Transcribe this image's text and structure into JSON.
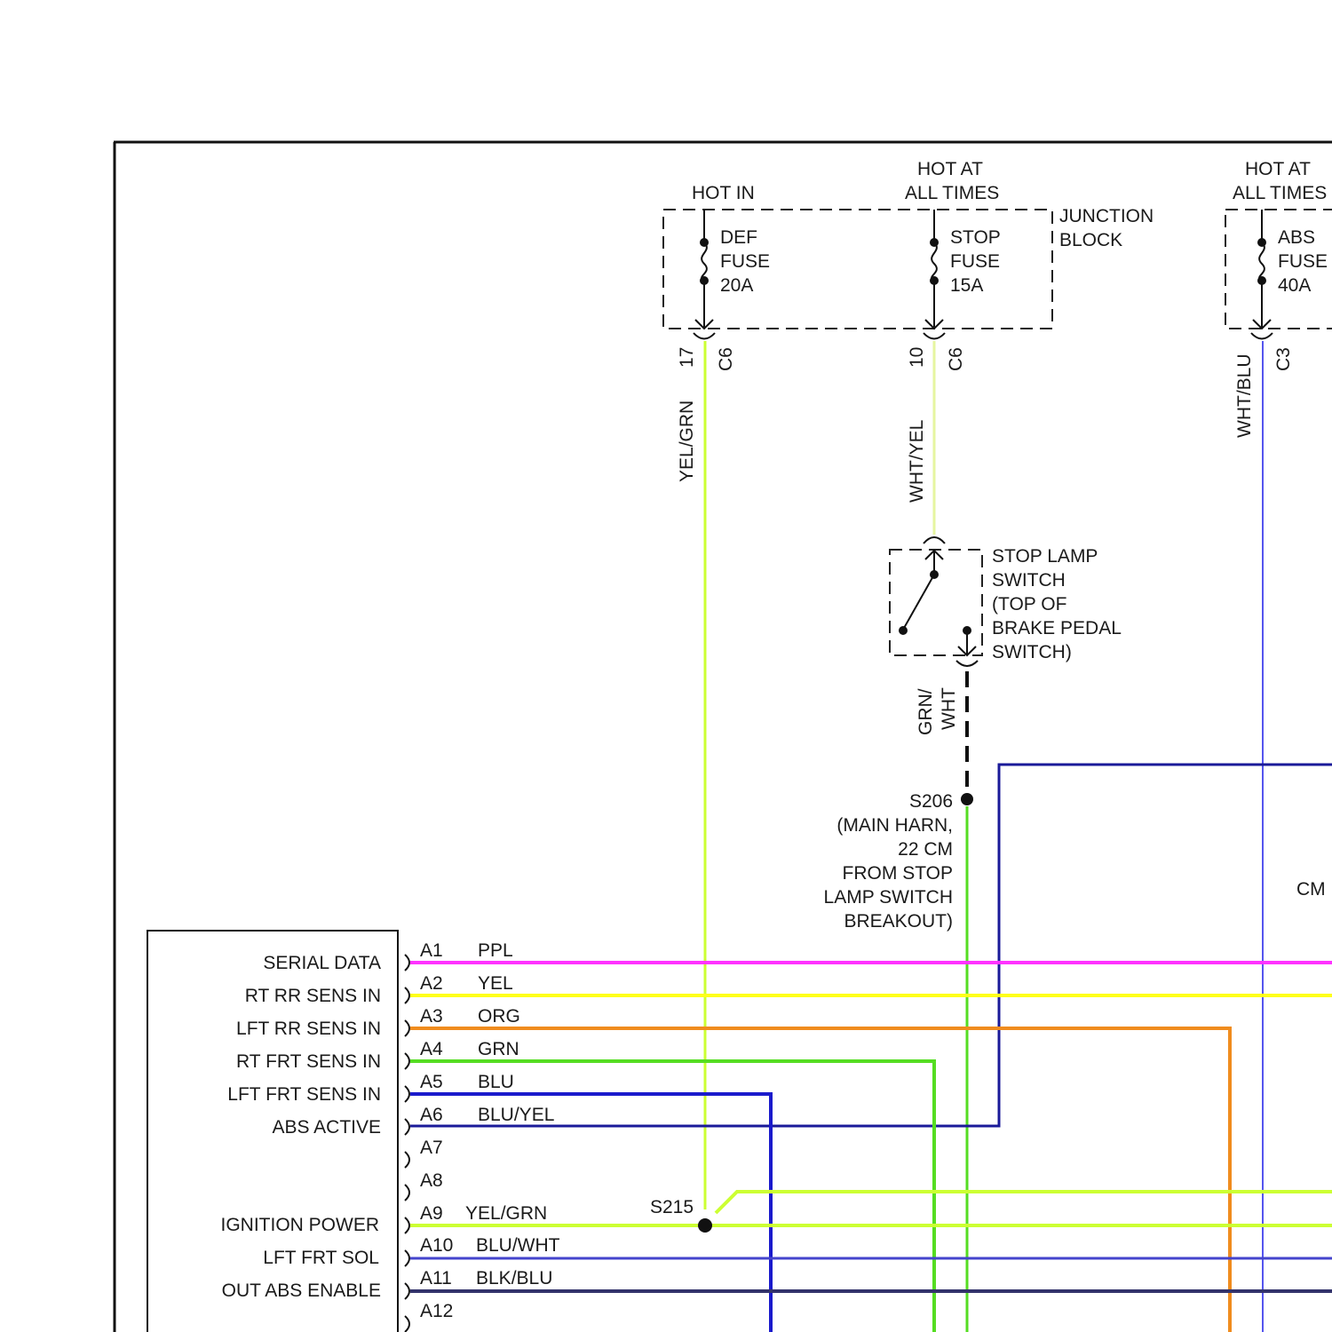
{
  "junction_block": {
    "hot_in": "HOT IN",
    "hot_at_1": "HOT AT",
    "all_times_1": "ALL TIMES",
    "label_1": "JUNCTION",
    "label_2": "BLOCK",
    "def_fuse": [
      "DEF",
      "FUSE",
      "20A"
    ],
    "stop_fuse": [
      "STOP",
      "FUSE",
      "15A"
    ]
  },
  "abs_block": {
    "hot_at": "HOT AT",
    "all_times": "ALL TIMES",
    "abs_fuse": [
      "ABS",
      "FUSE",
      "40A"
    ]
  },
  "connectors": {
    "def_pin": "17",
    "def_conn": "C6",
    "stop_pin": "10",
    "stop_conn": "C6",
    "abs_conn": "C3"
  },
  "wires": {
    "def_wire": "YEL/GRN",
    "stop_wire": "WHT/YEL",
    "abs_wire": "WHT/BLU",
    "switch_out_1": "GRN/",
    "switch_out_2": "WHT"
  },
  "stop_lamp_switch": [
    "STOP LAMP",
    "SWITCH",
    "(TOP OF",
    "BRAKE PEDAL",
    "SWITCH)"
  ],
  "splice_s206": [
    "S206",
    "(MAIN HARN,",
    "22 CM",
    "FROM STOP",
    "LAMP SWITCH",
    "BREAKOUT)"
  ],
  "splice_s215": "S215",
  "cm_label": "CM",
  "module_pins": [
    {
      "pin": "A1",
      "wire": "PPL",
      "signal": "SERIAL DATA",
      "color": "#ff33ff"
    },
    {
      "pin": "A2",
      "wire": "YEL",
      "signal": "RT RR SENS IN",
      "color": "#ffff1a"
    },
    {
      "pin": "A3",
      "wire": "ORG",
      "signal": "LFT RR SENS IN",
      "color": "#f08c1e"
    },
    {
      "pin": "A4",
      "wire": "GRN",
      "signal": "RT FRT SENS IN",
      "color": "#55dd22"
    },
    {
      "pin": "A5",
      "wire": "BLU",
      "signal": "LFT FRT SENS IN",
      "color": "#1a1acc"
    },
    {
      "pin": "A6",
      "wire": "BLU/YEL",
      "signal": "ABS ACTIVE",
      "color": "#1a1a99"
    },
    {
      "pin": "A7",
      "wire": "",
      "signal": "",
      "color": ""
    },
    {
      "pin": "A8",
      "wire": "",
      "signal": "",
      "color": ""
    },
    {
      "pin": "A9",
      "wire": "YEL/GRN",
      "signal": "IGNITION POWER",
      "color": "#ccff33"
    },
    {
      "pin": "A10",
      "wire": "BLU/WHT",
      "signal": "LFT FRT SOL",
      "color": "#4444cc"
    },
    {
      "pin": "A11",
      "wire": "BLK/BLU",
      "signal": "OUT ABS ENABLE",
      "color": "#33336b"
    },
    {
      "pin": "A12",
      "wire": "",
      "signal": "",
      "color": ""
    }
  ]
}
